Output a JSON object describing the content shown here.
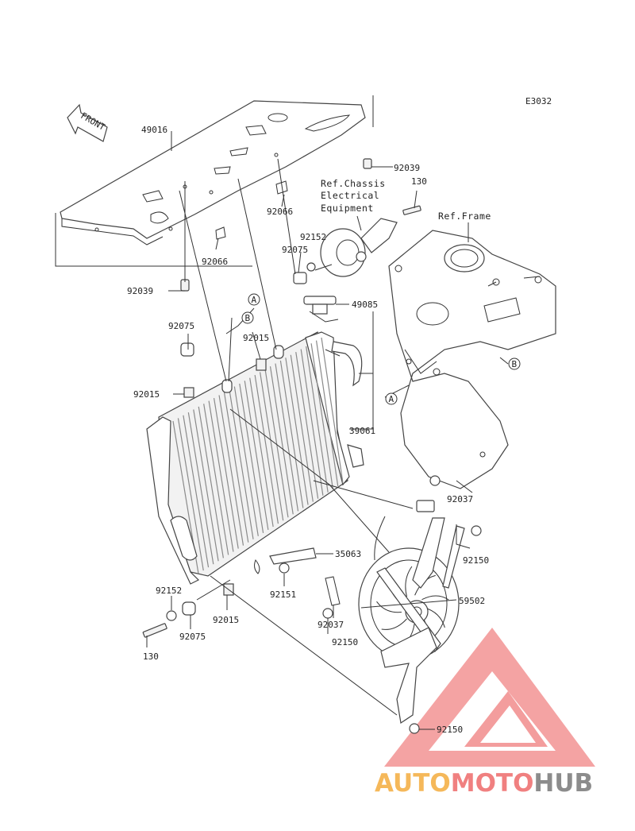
{
  "diagram_code": "E3032",
  "front_arrow_label": "FRONT",
  "refs": {
    "chassis_line1": "Ref.Chassis",
    "chassis_line2": "Electrical",
    "chassis_line3": "Equipment",
    "frame": "Ref.Frame"
  },
  "parts": {
    "p49016": "49016",
    "p92039_top": "92039",
    "p92039_left": "92039",
    "p130_top": "130",
    "p92066_right": "92066",
    "p92066_left": "92066",
    "p92152_top": "92152",
    "p92075_top": "92075",
    "p49085": "49085",
    "p92075_left": "92075",
    "p92015_mid": "92015",
    "p92015_left": "92015",
    "p39061": "39061",
    "p92037_right": "92037",
    "p92150_upper": "92150",
    "p35063": "35063",
    "p92151": "92151",
    "p59502": "59502",
    "p92037_lower": "92037",
    "p92150_mid": "92150",
    "p92152_left": "92152",
    "p92075_bottom": "92075",
    "p92015_bottom": "92015",
    "p130_bottom": "130",
    "p92150_bottom": "92150"
  },
  "callouts": {
    "a_top": "A",
    "b_top": "B",
    "b_frame": "B",
    "a_frame": "A"
  },
  "watermark": {
    "part1": "AUTO",
    "part2": "MOTO",
    "part3": "HUB",
    "color1": "#f5b85a",
    "color2": "#f08080",
    "color3": "#8c8c8c"
  }
}
